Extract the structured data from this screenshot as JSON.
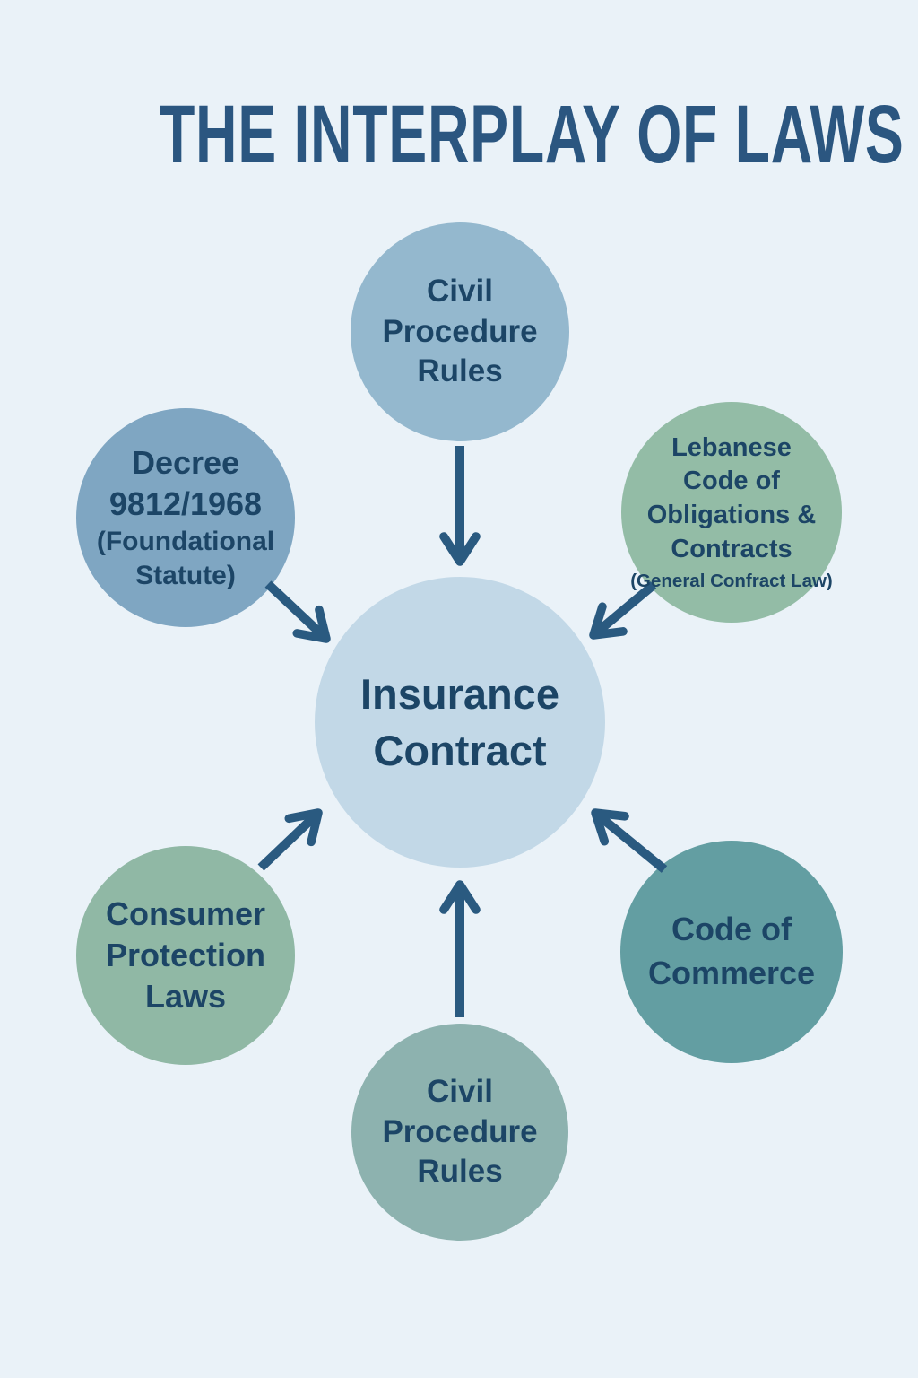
{
  "title": "THE INTERPLAY OF LAWS",
  "center_node": {
    "label": "Insurance\nContract",
    "fill": "#c2d8e7"
  },
  "nodes": {
    "top": {
      "label": "Civil\nProcedure\nRules",
      "fill": "#94b8ce"
    },
    "upper_left": {
      "label": "Decree\n9812/1968",
      "sublabel": "(Foundational\nStatute)",
      "fill": "#7fa6c2"
    },
    "upper_right": {
      "label": "Lebanese\nCode of\nObligations &\nContracts",
      "sublabel": "(General Confract Law)",
      "fill": "#93bca6"
    },
    "lower_left": {
      "label": "Consumer\nProtection\nLaws",
      "fill": "#90b8a5"
    },
    "lower_right": {
      "label": "Code of\nCommerce",
      "fill": "#639ea2"
    },
    "bottom": {
      "label": "Civil\nProcedure\nRules",
      "fill": "#8db2af"
    }
  },
  "colors": {
    "background": "#eaf2f8",
    "title_text": "#2b5680",
    "node_text": "#1c4566",
    "arrow": "#2a5a80"
  }
}
